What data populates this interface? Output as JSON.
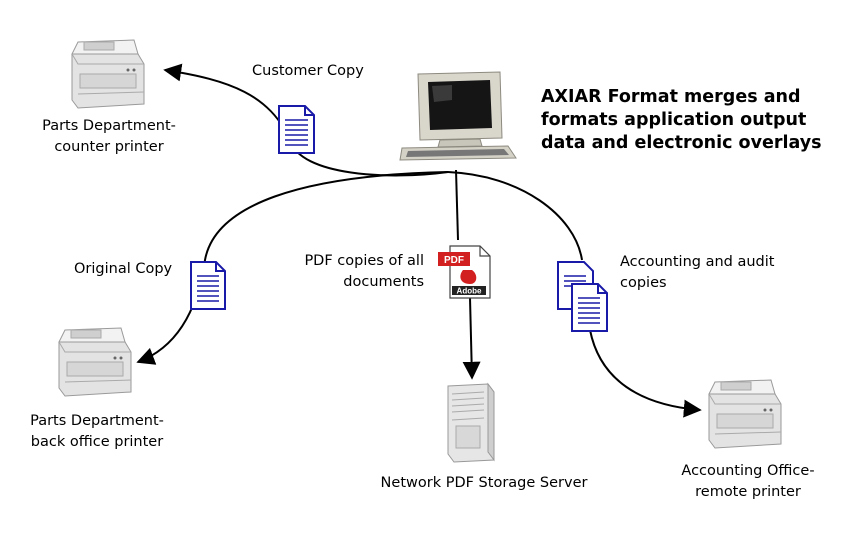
{
  "headline": {
    "line1": "AXIAR Format merges and",
    "line2": "formats application output",
    "line3": "data and electronic overlays"
  },
  "labels": {
    "customer_copy": "Customer Copy",
    "original_copy": "Original Copy",
    "pdf_copies_line1": "PDF copies of all",
    "pdf_copies_line2": "documents",
    "accounting_copies_line1": "Accounting and audit",
    "accounting_copies_line2": "copies"
  },
  "nodes": {
    "counter_printer": {
      "line1": "Parts Department-",
      "line2": "counter printer"
    },
    "back_office_printer": {
      "line1": "Parts Department-",
      "line2": "back office printer"
    },
    "storage_server": {
      "line1": "Network PDF Storage Server"
    },
    "remote_printer": {
      "line1": "Accounting Office-",
      "line2": "remote printer"
    }
  },
  "pdf_icon": {
    "badge_text": "PDF",
    "brand_text": "Adobe",
    "badge_color": "#d22020"
  },
  "colors": {
    "document_border": "#1a1aa8",
    "document_lines": "#1a1aa8",
    "connector": "#000000"
  }
}
